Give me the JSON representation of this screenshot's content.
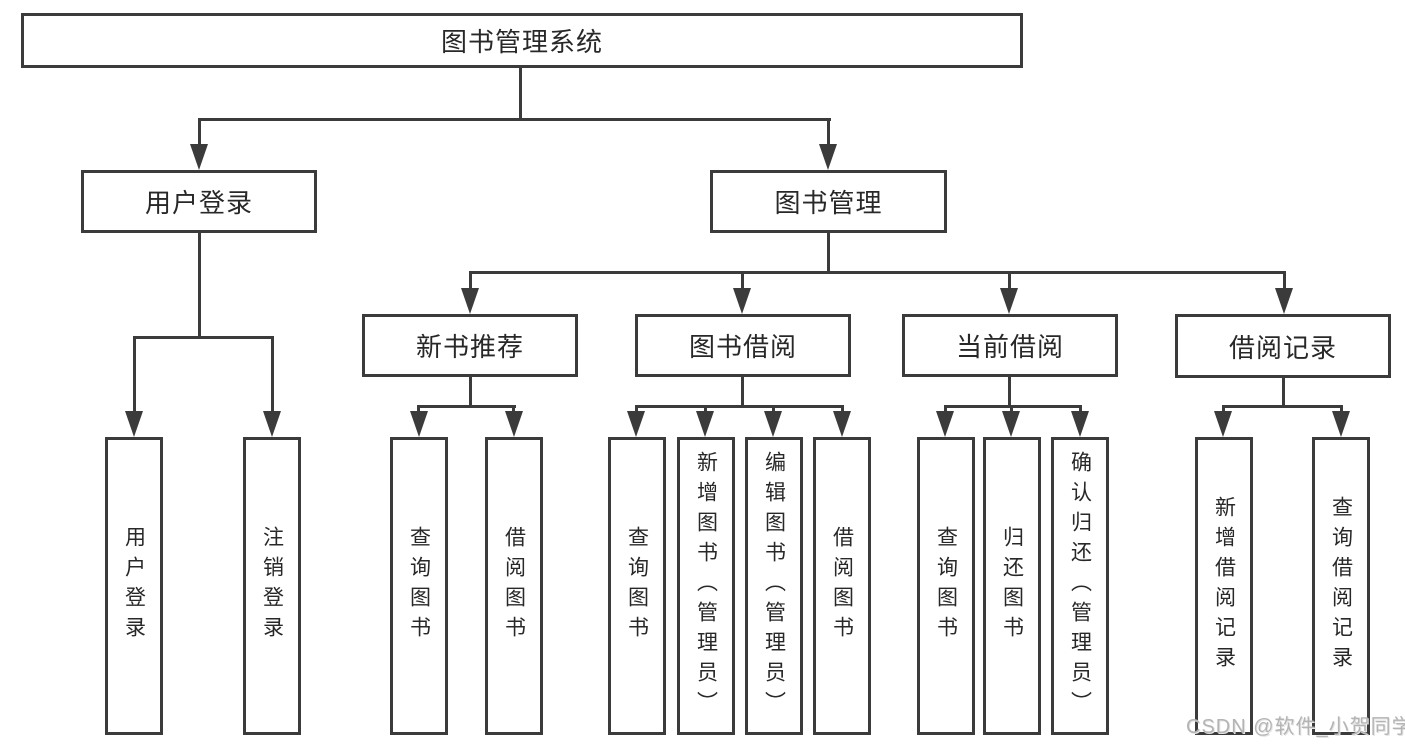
{
  "tree": {
    "label": "图书管理系统",
    "children": [
      {
        "label": "用户登录",
        "children": [
          {
            "label": "用户登录"
          },
          {
            "label": "注销登录"
          }
        ]
      },
      {
        "label": "图书管理",
        "children": [
          {
            "label": "新书推荐",
            "children": [
              {
                "label": "查询图书"
              },
              {
                "label": "借阅图书"
              }
            ]
          },
          {
            "label": "图书借阅",
            "children": [
              {
                "label": "查询图书"
              },
              {
                "label": "新增图书（管理员）"
              },
              {
                "label": "编辑图书（管理员）"
              },
              {
                "label": "借阅图书"
              }
            ]
          },
          {
            "label": "当前借阅",
            "children": [
              {
                "label": "查询图书"
              },
              {
                "label": "归还图书"
              },
              {
                "label": "确认归还（管理员）"
              }
            ]
          },
          {
            "label": "借阅记录",
            "children": [
              {
                "label": "新增借阅记录"
              },
              {
                "label": "查询借阅记录"
              }
            ]
          }
        ]
      }
    ]
  },
  "watermark": {
    "text": "CSDN @软件_小贺同学"
  },
  "colors": {
    "line": "#3b3b3b",
    "text": "#282828",
    "watermark": "#b4b4b4",
    "background": "#ffffff"
  }
}
